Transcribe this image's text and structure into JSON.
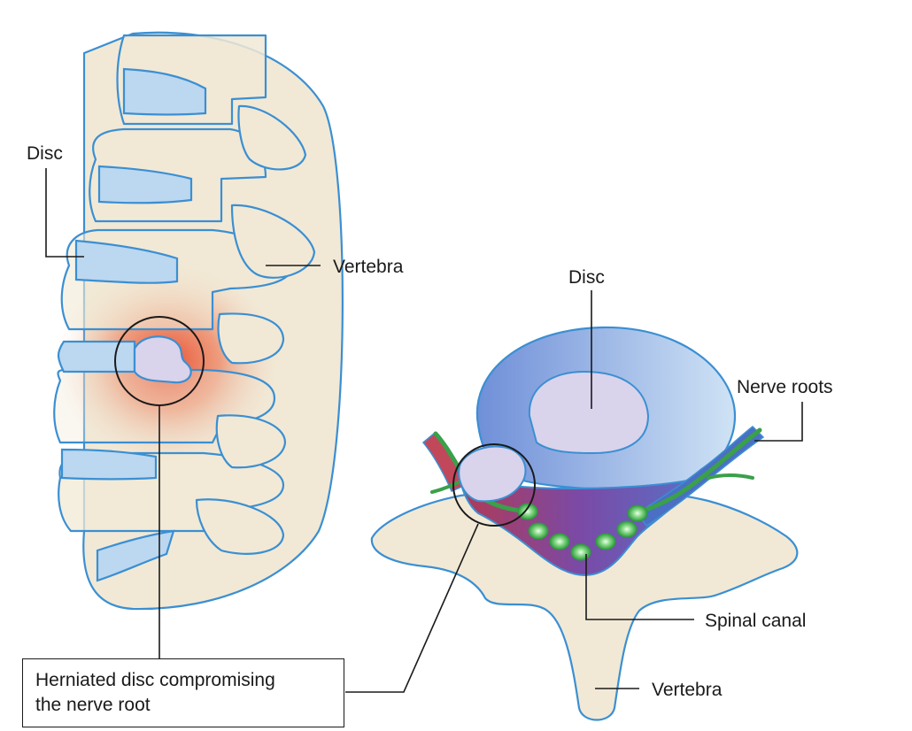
{
  "labels": {
    "side_disc": "Disc",
    "side_vertebra": "Vertebra",
    "top_disc": "Disc",
    "nerve_roots": "Nerve roots",
    "spinal_canal": "Spinal canal",
    "top_vertebra": "Vertebra",
    "herniation_line1": "Herniated disc compromising",
    "herniation_line2": "the nerve root"
  },
  "colors": {
    "outline": "#3b8fd2",
    "bone": "#f1e9d6",
    "disc_side": "#bcd7f0",
    "disc_annulus": "#7f9fdc",
    "disc_nucleus": "#d9d3ec",
    "pain_glow": "#e8472b",
    "canal": "#8a4a9a",
    "nerve": "#3aa04a",
    "nerve_root_sheath": "#4a6fc4"
  }
}
